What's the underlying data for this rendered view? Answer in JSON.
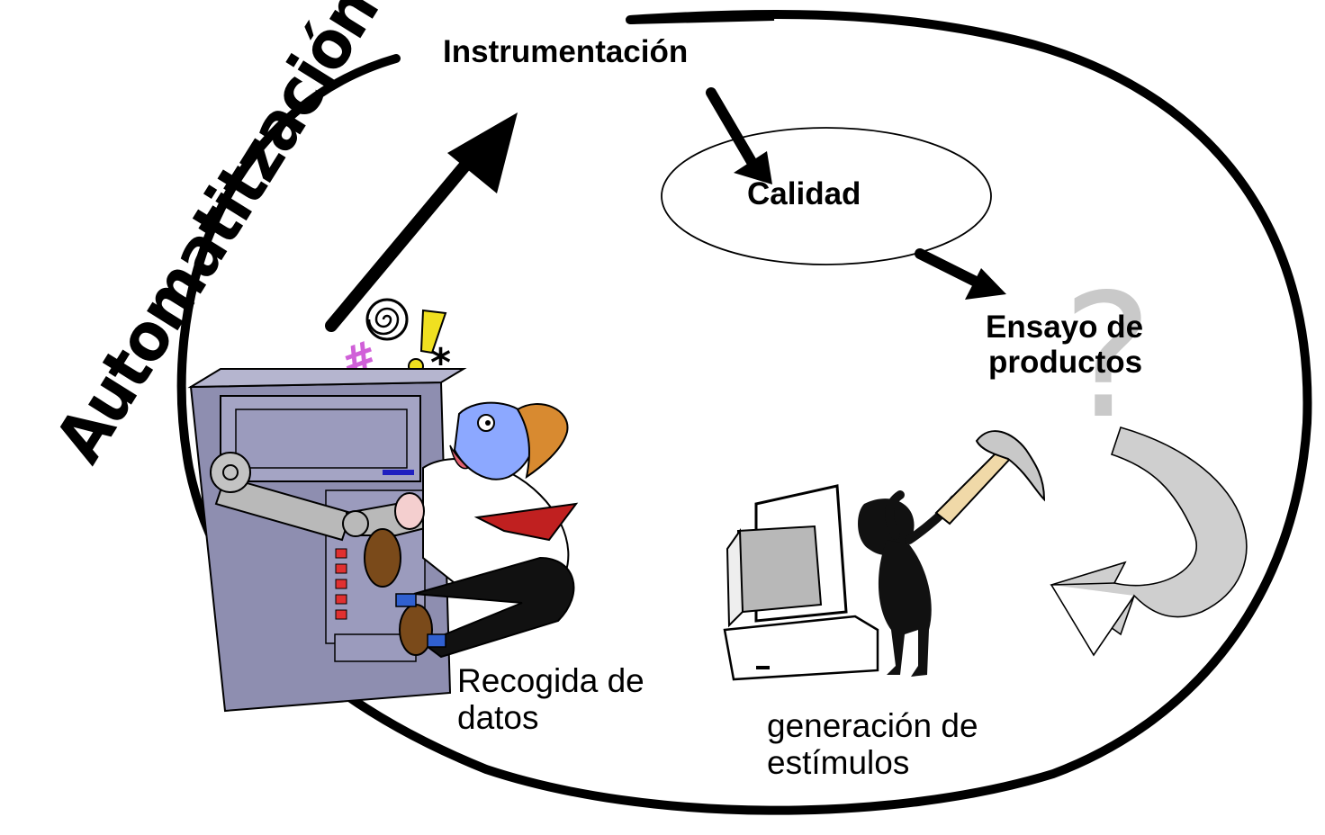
{
  "title": "Automatitzación",
  "nodes": {
    "instrumentacion": "Instrumentación",
    "calidad": "Calidad",
    "ensayo": [
      "Ensayo de",
      "productos"
    ],
    "recogida": [
      "Recogida de",
      "datos"
    ],
    "generacion": [
      "generación de",
      "estímulos"
    ]
  },
  "icons": {
    "question": "question-mark-icon",
    "curved_arrow": "curved-arrow-icon",
    "computer_man": "frustrated-man-computer-icon",
    "hammer_figure": "hammer-figure-icon"
  },
  "colors": {
    "stroke": "#000000",
    "cabinet": "#8e8eb0",
    "question": "#c9c9c9",
    "arrow_fill": "#cfcfcf"
  }
}
